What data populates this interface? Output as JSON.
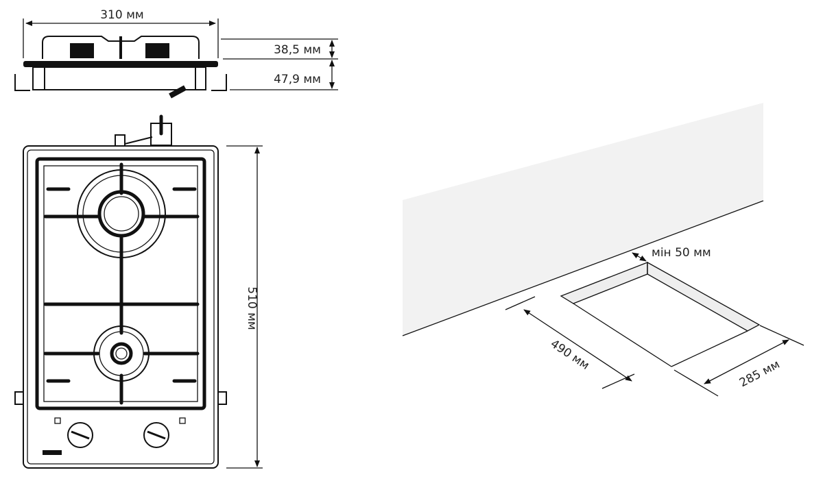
{
  "diagram": {
    "side_view": {
      "width_label": "310 мм",
      "height_top_label": "38,5 мм",
      "height_bottom_label": "47,9 мм"
    },
    "front_view": {
      "depth_label": "510 мм"
    },
    "cutout": {
      "min_wall_distance_label": "мін 50 мм",
      "cutout_depth_label": "490 мм",
      "cutout_width_label": "285 мм"
    },
    "colors": {
      "line": "#111111",
      "wall": "#f2f2f2"
    }
  }
}
